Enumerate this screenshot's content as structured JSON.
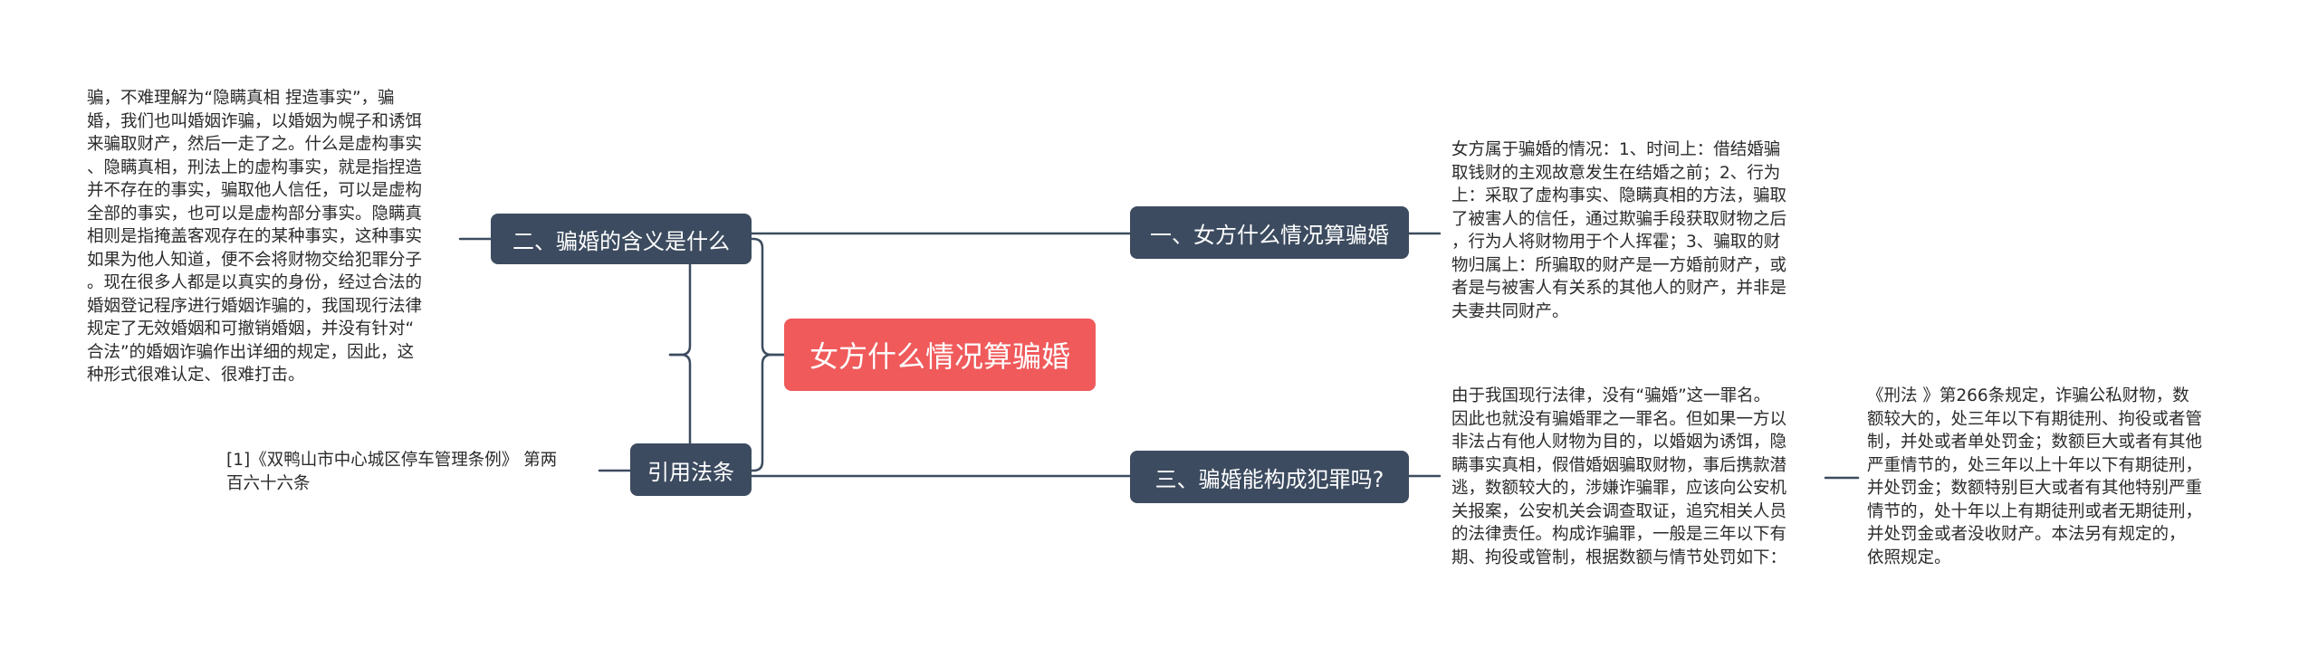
{
  "root": {
    "label": "女方什么情况算骗婚"
  },
  "branches": {
    "b1": {
      "label": "一、女方什么情况算骗婚"
    },
    "b2": {
      "label": "二、骗婚的含义是什么"
    },
    "b3": {
      "label": "三、骗婚能构成犯罪吗?"
    },
    "b4": {
      "label": "引用法条"
    }
  },
  "leaves": {
    "b1_text": "女方属于骗婚的情况：1、时间上：借结婚骗\n取钱财的主观故意发生在结婚之前；2、行为\n上：采取了虚构事实、隐瞒真相的方法，骗取\n了被害人的信任，通过欺骗手段获取财物之后\n，行为人将财物用于个人挥霍；3、骗取的财\n物归属上：所骗取的财产是一方婚前财产，或\n者是与被害人有关系的其他人的财产，并非是\n夫妻共同财产。",
    "b2_text": "骗，不难理解为“隐瞒真相 捏造事实”，骗\n婚，我们也叫婚姻诈骗，以婚姻为幌子和诱饵\n来骗取财产，然后一走了之。什么是虚构事实\n、隐瞒真相，刑法上的虚构事实，就是指捏造\n并不存在的事实，骗取他人信任，可以是虚构\n全部的事实，也可以是虚构部分事实。隐瞒真\n相则是指掩盖客观存在的某种事实，这种事实\n如果为他人知道，便不会将财物交给犯罪分子\n。现在很多人都是以真实的身份，经过合法的\n婚姻登记程序进行婚姻诈骗的，我国现行法律\n规定了无效婚姻和可撤销婚姻，并没有针对“\n合法”的婚姻诈骗作出详细的规定，因此，这\n种形式很难认定、很难打击。",
    "b3_text": "由于我国现行法律，没有“骗婚”这一罪名。\n因此也就没有骗婚罪之一罪名。但如果一方以\n非法占有他人财物为目的，以婚姻为诱饵，隐\n瞒事实真相，假借婚姻骗取财物，事后携款潜\n逃，数额较大的，涉嫌诈骗罪，应该向公安机\n关报案，公安机关会调查取证，追究相关人员\n的法律责任。构成诈骗罪，一般是三年以下有\n期、拘役或管制，根据数额与情节处罚如下：",
    "b3_sub_text": "《刑法 》第266条规定，诈骗公私财物，数\n额较大的，处三年以下有期徒刑、拘役或者管\n制，并处或者单处罚金；数额巨大或者有其他\n严重情节的，处三年以上十年以下有期徒刑，\n并处罚金；数额特别巨大或者有其他特别严重\n情节的，处十年以上有期徒刑或者无期徒刑，\n并处罚金或者没收财产。本法另有规定的，\n依照规定。",
    "b4_text": "[1]《双鸭山市中心城区停车管理条例》 第两\n百六十六条"
  },
  "colors": {
    "root": "#f05a5b",
    "branch": "#3c4b5f",
    "line": "#3c4b5f"
  }
}
